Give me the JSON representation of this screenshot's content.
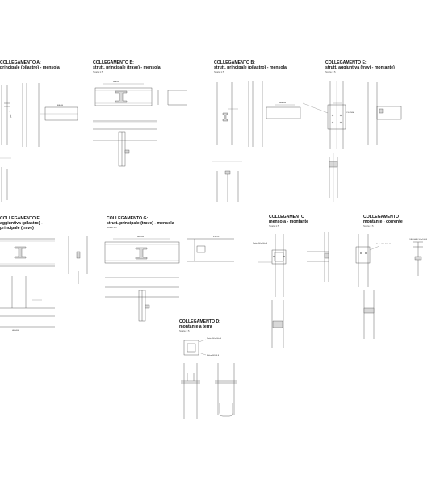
{
  "details": [
    {
      "id": "A",
      "title_1": "COLLEGAMENTO A:",
      "title_2": "principale (pilastro) - mensola",
      "scale": ""
    },
    {
      "id": "B",
      "title_1": "COLLEGAMENTO B:",
      "title_2": "strutt. principale (trave) - mensola",
      "scale": "Scala 1:5"
    },
    {
      "id": "B2",
      "title_1": "COLLEGAMENTO B:",
      "title_2": "strutt. principale (pilastro) - mensola",
      "scale": "Scala 1:5"
    },
    {
      "id": "E",
      "title_1": "COLLEGAMENTO E:",
      "title_2": "strutt. aggiuntiva (travi - montante)",
      "scale": "Scala 1:5"
    },
    {
      "id": "F",
      "title_1": "COLLEGAMENTO F:",
      "title_2": "aggiuntiva (pilastro) -",
      "title_3": "principale (trave)",
      "scale": ""
    },
    {
      "id": "G",
      "title_1": "COLLEGAMENTO G:",
      "title_2": "strutt. principale (trave) - mensola",
      "scale": "Scala 1:5"
    },
    {
      "id": "H",
      "title_1": "COLLEGAMENTO",
      "title_2": "mensola - montante",
      "scale": "Scala 1:5"
    },
    {
      "id": "I",
      "title_1": "COLLEGAMENTO",
      "title_2": "montante - corrente",
      "scale": "Scala 1:5"
    },
    {
      "id": "D",
      "title_1": "COLLEGAMENTO D:",
      "title_2": "montante a terra",
      "scale": "Scala 1:5"
    }
  ],
  "labels": {
    "hea": "HEA160",
    "piatto": "Piatto 200x200x10",
    "bulloni": "Bulloni M16 8.8",
    "tubolare": "TUBOLARE 100x100x5",
    "colonna": "COLONNA",
    "hex": "HEB400",
    "ipe": "IPE220"
  }
}
